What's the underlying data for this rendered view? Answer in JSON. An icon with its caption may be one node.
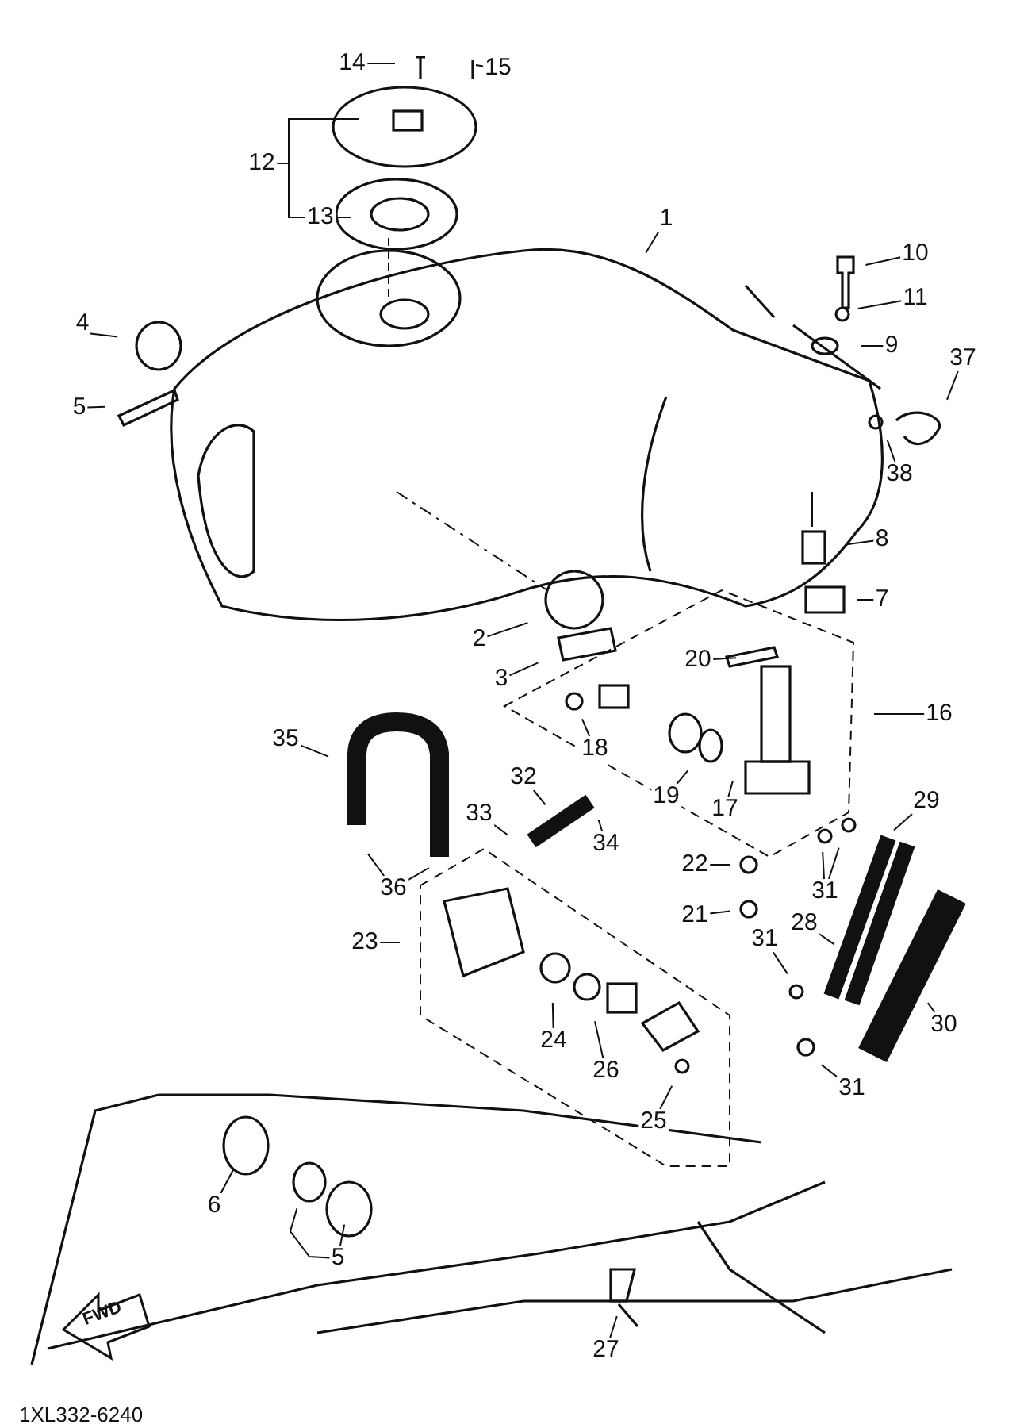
{
  "diagram": {
    "nodes": [
      {
        "text": [
          "14"
        ]
      },
      {
        "text": [
          "15"
        ]
      },
      {
        "text": [
          "12"
        ]
      },
      {
        "text": [
          "13"
        ]
      },
      {
        "text": [
          "1"
        ]
      },
      {
        "text": [
          "10"
        ]
      },
      {
        "text": [
          "11"
        ]
      },
      {
        "text": [
          "4"
        ]
      },
      {
        "text": [
          "9"
        ]
      },
      {
        "text": [
          "37"
        ]
      },
      {
        "text": [
          "5"
        ]
      },
      {
        "text": [
          "38"
        ]
      },
      {
        "text": [
          "8"
        ]
      },
      {
        "text": [
          "7"
        ]
      },
      {
        "text": [
          "2"
        ]
      },
      {
        "text": [
          "20"
        ]
      },
      {
        "text": [
          "3"
        ]
      },
      {
        "text": [
          "16"
        ]
      },
      {
        "text": [
          "18"
        ]
      },
      {
        "text": [
          "35"
        ]
      },
      {
        "text": [
          "19"
        ]
      },
      {
        "text": [
          "32"
        ]
      },
      {
        "text": [
          "17"
        ]
      },
      {
        "text": [
          "29"
        ]
      },
      {
        "text": [
          "33"
        ]
      },
      {
        "text": [
          "34"
        ]
      },
      {
        "text": [
          "22"
        ]
      },
      {
        "text": [
          "36"
        ]
      },
      {
        "text": [
          "31"
        ]
      },
      {
        "text": [
          "21"
        ]
      },
      {
        "text": [
          "28"
        ]
      },
      {
        "text": [
          "23"
        ]
      },
      {
        "text": [
          "31"
        ]
      },
      {
        "text": [
          "30"
        ]
      },
      {
        "text": [
          "24"
        ]
      },
      {
        "text": [
          "26"
        ]
      },
      {
        "text": [
          "31"
        ]
      },
      {
        "text": [
          "25"
        ]
      },
      {
        "text": [
          "6"
        ]
      },
      {
        "text": [
          "5"
        ]
      },
      {
        "text": [
          "27"
        ]
      }
    ],
    "edges": [
      {
        "from": 0,
        "to": null,
        "arrow": "none"
      },
      {
        "from": 1,
        "to": null,
        "arrow": "none",
        "style": "dashed"
      },
      {
        "from": 2,
        "to": null,
        "arrow": "none"
      },
      {
        "from": 3,
        "to": null,
        "arrow": "none"
      },
      {
        "from": 4,
        "to": null,
        "arrow": "none"
      },
      {
        "from": 5,
        "to": null,
        "arrow": "none"
      },
      {
        "from": 6,
        "to": null,
        "arrow": "none"
      },
      {
        "from": 7,
        "to": null,
        "arrow": "none"
      },
      {
        "from": 8,
        "to": null,
        "arrow": "none"
      },
      {
        "from": 9,
        "to": null,
        "arrow": "none"
      },
      {
        "from": 10,
        "to": null,
        "arrow": "none"
      },
      {
        "from": 11,
        "to": null,
        "arrow": "none"
      },
      {
        "from": 12,
        "to": null,
        "arrow": "none"
      },
      {
        "from": 13,
        "to": null,
        "arrow": "none"
      },
      {
        "from": 14,
        "to": null,
        "arrow": "none"
      },
      {
        "from": 15,
        "to": null,
        "arrow": "none"
      },
      {
        "from": 16,
        "to": null,
        "arrow": "none"
      },
      {
        "from": 17,
        "to": null,
        "arrow": "none"
      },
      {
        "from": 18,
        "to": null,
        "arrow": "none"
      },
      {
        "from": 19,
        "to": null,
        "arrow": "none"
      },
      {
        "from": 20,
        "to": null,
        "arrow": "none"
      },
      {
        "from": 21,
        "to": null,
        "arrow": "none"
      },
      {
        "from": 22,
        "to": null,
        "arrow": "none"
      },
      {
        "from": 23,
        "to": null,
        "arrow": "none"
      },
      {
        "from": 24,
        "to": null,
        "arrow": "none"
      },
      {
        "from": 25,
        "to": null,
        "arrow": "none"
      },
      {
        "from": 26,
        "to": null,
        "arrow": "none"
      },
      {
        "from": 27,
        "to": null,
        "arrow": "none"
      },
      {
        "from": 27,
        "to": null,
        "arrow": "none"
      },
      {
        "from": 28,
        "to": null,
        "arrow": "none"
      },
      {
        "from": 28,
        "to": null,
        "arrow": "none"
      },
      {
        "from": 29,
        "to": null,
        "arrow": "none"
      },
      {
        "from": 30,
        "to": null,
        "arrow": "none"
      },
      {
        "from": 31,
        "to": null,
        "arrow": "none"
      },
      {
        "from": 32,
        "to": null,
        "arrow": "none"
      },
      {
        "from": 33,
        "to": null,
        "arrow": "none"
      },
      {
        "from": 34,
        "to": null,
        "arrow": "none"
      },
      {
        "from": 35,
        "to": null,
        "arrow": "none"
      },
      {
        "from": 36,
        "to": null,
        "arrow": "none"
      },
      {
        "from": 37,
        "to": null,
        "arrow": "none"
      },
      {
        "from": 38,
        "to": null,
        "arrow": "none"
      },
      {
        "from": 39,
        "to": null,
        "arrow": "none"
      },
      {
        "from": 39,
        "to": null,
        "arrow": "none"
      },
      {
        "from": 40,
        "to": null,
        "arrow": "none"
      }
    ],
    "labels": [
      "FWD",
      "1XL332-6240"
    ]
  }
}
